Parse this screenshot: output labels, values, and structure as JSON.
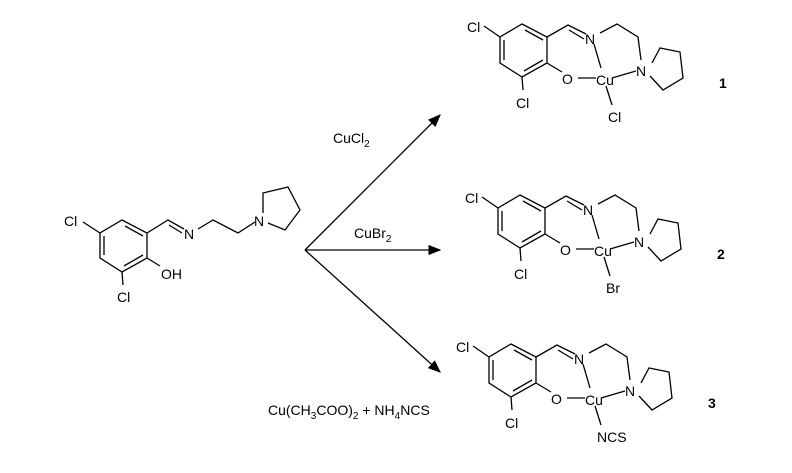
{
  "start": {
    "cl_top": "Cl",
    "cl_bottom": "Cl",
    "n_imine": "N",
    "n_pyr": "N",
    "oh": "OH"
  },
  "reagents": [
    {
      "main": "CuCl",
      "sub": "2"
    },
    {
      "main": "CuBr",
      "sub": "2"
    },
    {
      "p1": "Cu(CH",
      "s1": "3",
      "p2": "COO)",
      "s2": "2",
      "p3": " + NH",
      "s3": "4",
      "p4": "NCS"
    }
  ],
  "products": [
    {
      "number": "1",
      "cl_top": "Cl",
      "cl_bottom": "Cl",
      "n_imine": "N",
      "n_pyr": "N",
      "o": "O",
      "metal": "Cu",
      "axial": "Cl"
    },
    {
      "number": "2",
      "cl_top": "Cl",
      "cl_bottom": "Cl",
      "n_imine": "N",
      "n_pyr": "N",
      "o": "O",
      "metal": "Cu",
      "axial": "Br"
    },
    {
      "number": "3",
      "cl_top": "Cl",
      "cl_bottom": "Cl",
      "n_imine": "N",
      "n_pyr": "N",
      "o": "O",
      "metal": "Cu",
      "axial": "NCS"
    }
  ]
}
